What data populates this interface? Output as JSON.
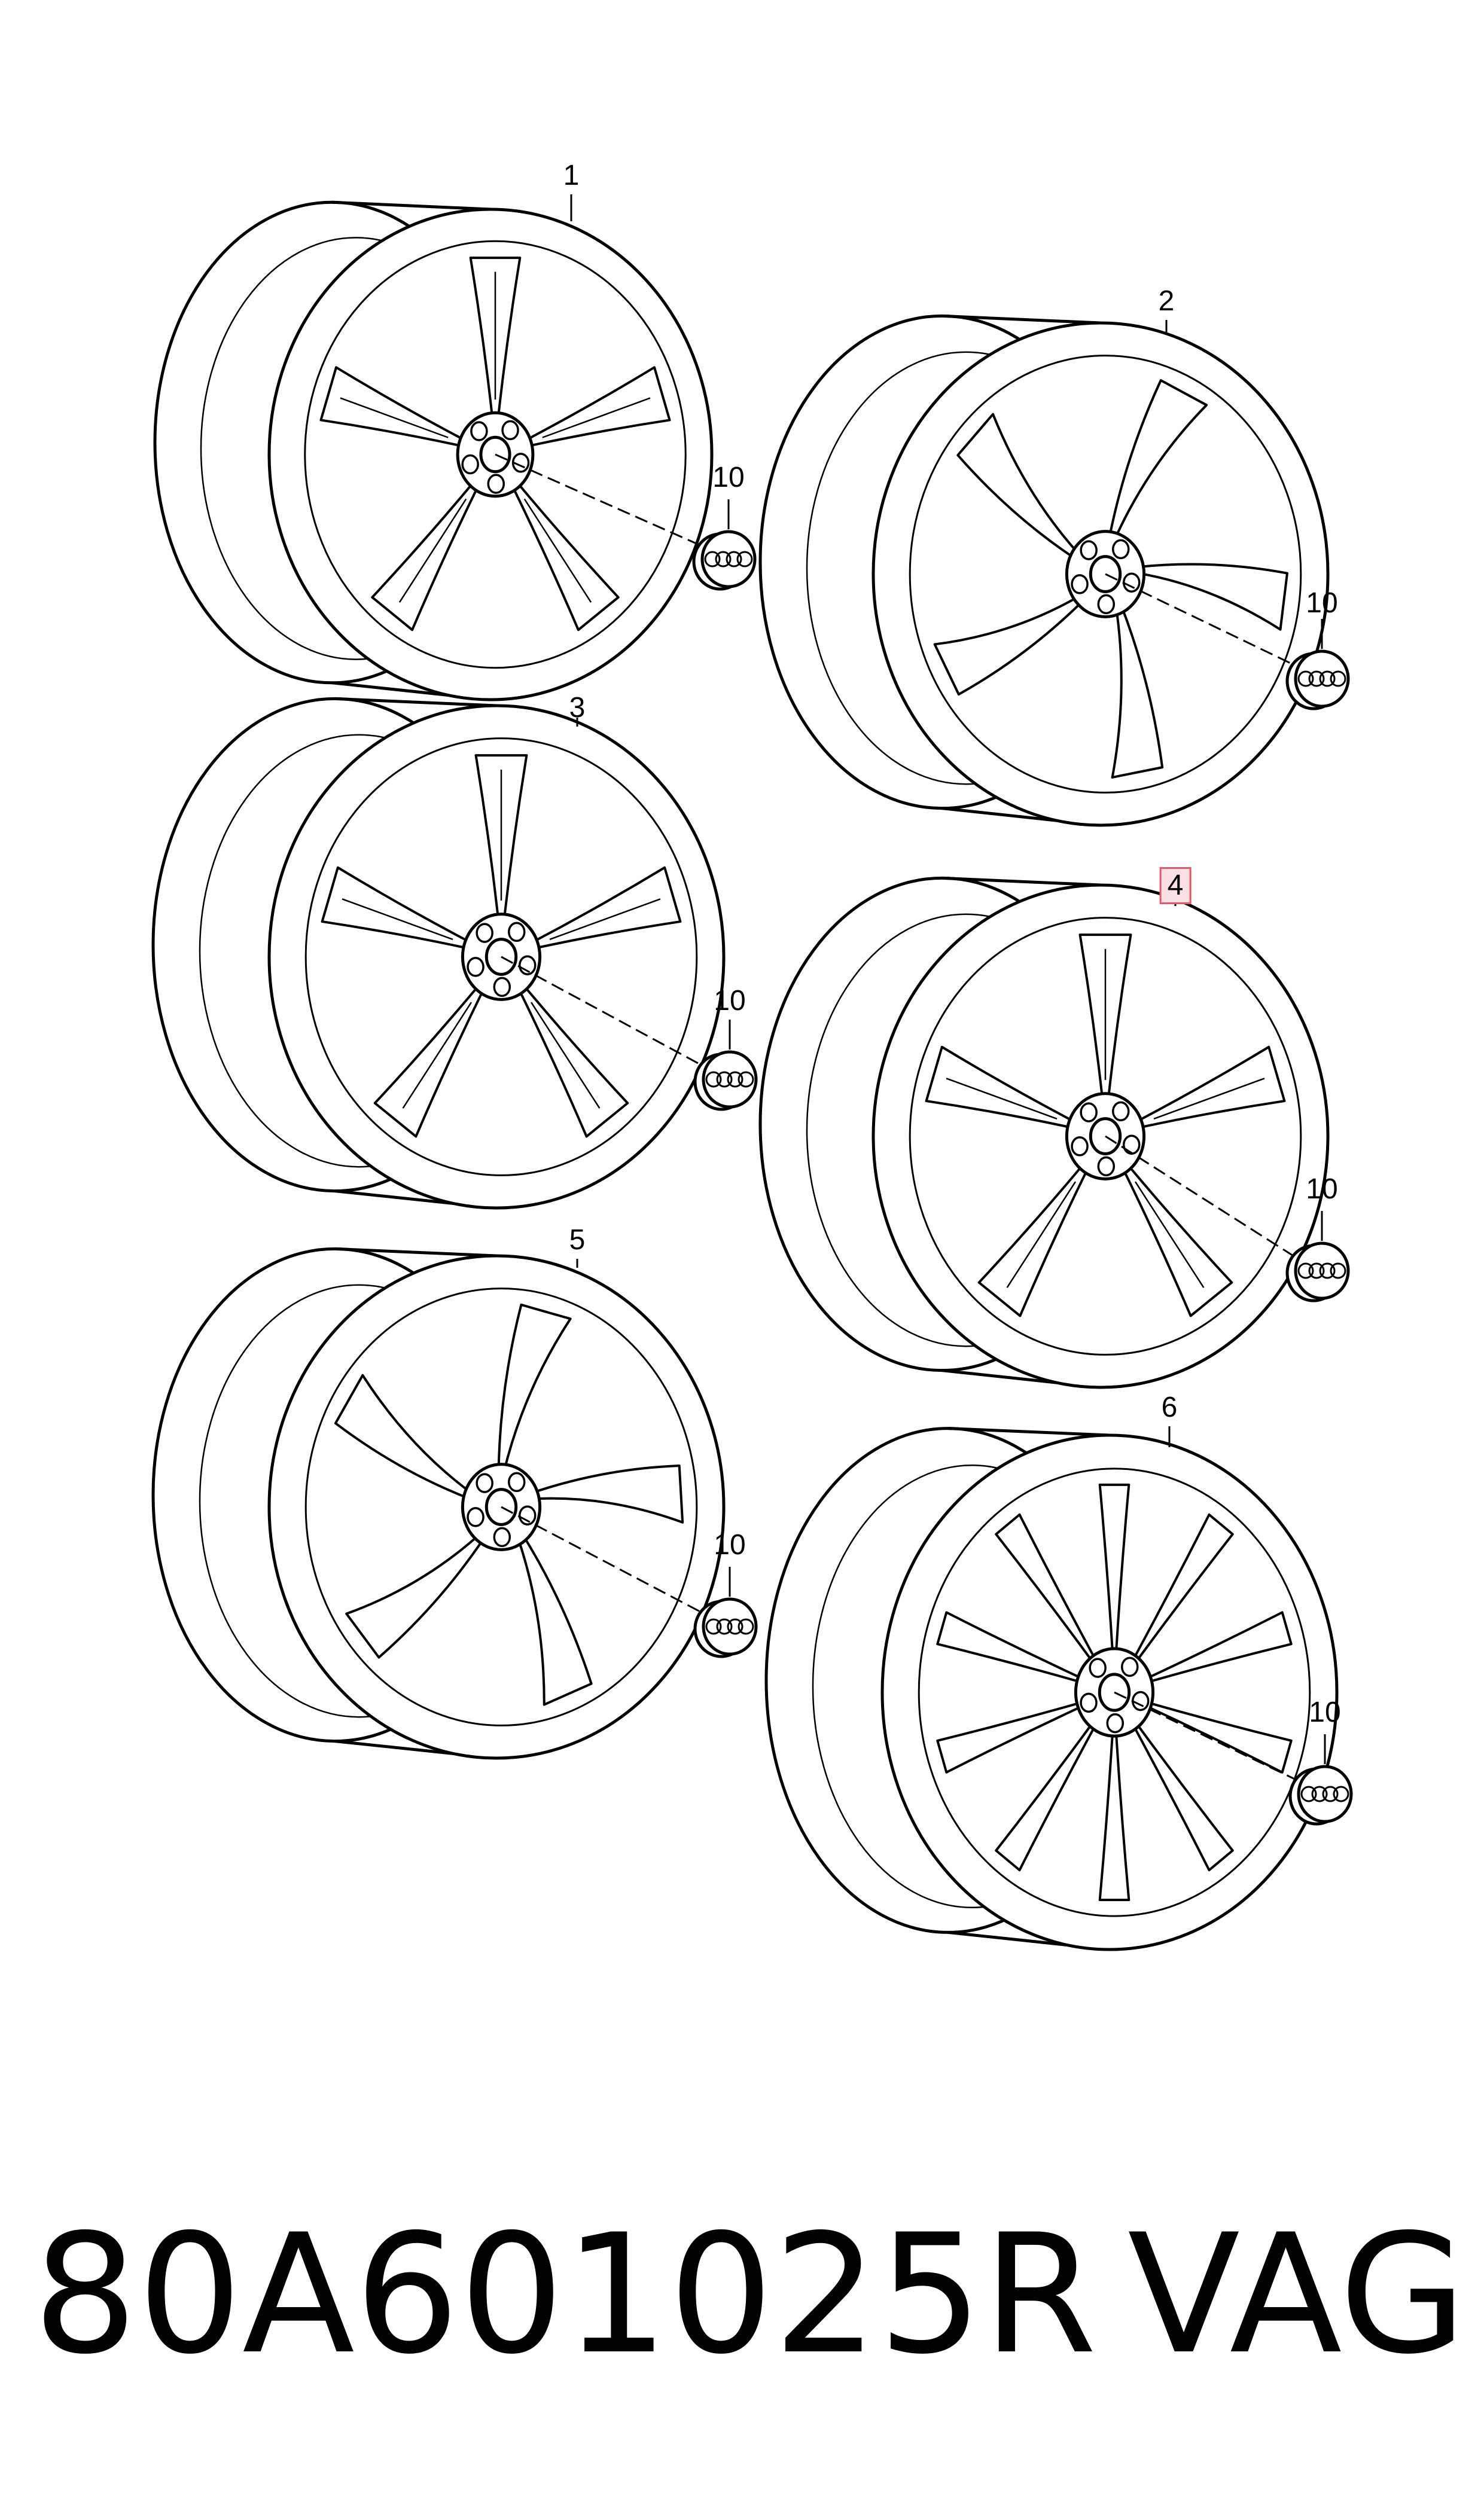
{
  "wheels": [
    {
      "callout": "1",
      "cap_callout": "10",
      "highlighted": false
    },
    {
      "callout": "2",
      "cap_callout": "10",
      "highlighted": false
    },
    {
      "callout": "3",
      "cap_callout": "10",
      "highlighted": false
    },
    {
      "callout": "4",
      "cap_callout": "10",
      "highlighted": true
    },
    {
      "callout": "5",
      "cap_callout": "10",
      "highlighted": false
    },
    {
      "callout": "6",
      "cap_callout": "10",
      "highlighted": false
    }
  ],
  "footer": {
    "part_number": "80A601025R",
    "brand": "VAG"
  },
  "colors": {
    "line": "#000000",
    "highlight_border": "#e05a6a",
    "highlight_fill": "#fbe1e4"
  },
  "icons": {
    "wheel": "alloy-wheel-icon",
    "cap": "hub-cap-icon",
    "logo": "four-rings-logo-icon"
  }
}
